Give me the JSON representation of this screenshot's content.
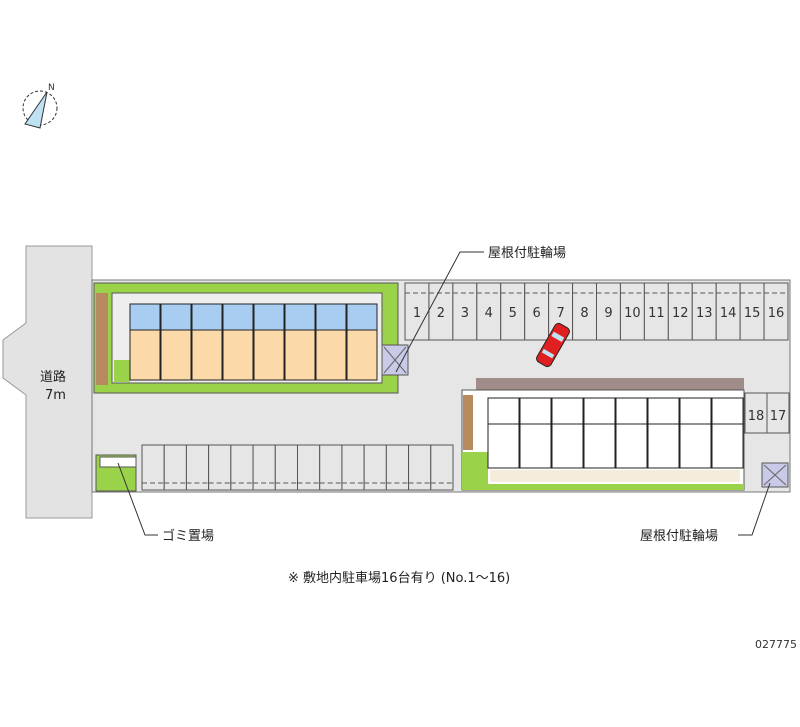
{
  "map": {
    "road_label": "道路",
    "road_width": "7m",
    "compass_label": "N",
    "bike_parking_label_top": "屋根付駐輪場",
    "bike_parking_label_bottom": "屋根付駐輪場",
    "garbage_label": "ゴミ置場",
    "note": "※ 敷地内駐車場16台有り (No.1～16)",
    "image_code": "027775",
    "parking_numbers_top": [
      "1",
      "2",
      "3",
      "4",
      "5",
      "6",
      "7",
      "8",
      "9",
      "10",
      "11",
      "12",
      "13",
      "14",
      "15",
      "16"
    ],
    "parking_numbers_side": [
      "18",
      "17"
    ],
    "unnumbered_spaces": 14,
    "units_per_building": 8
  },
  "colors": {
    "ground": "#e6e6e6",
    "grass": "#9ad34a",
    "bath": "#a9cdf0",
    "room": "#fbd9a8",
    "car": "#e02020",
    "roof": "#a08c88"
  }
}
